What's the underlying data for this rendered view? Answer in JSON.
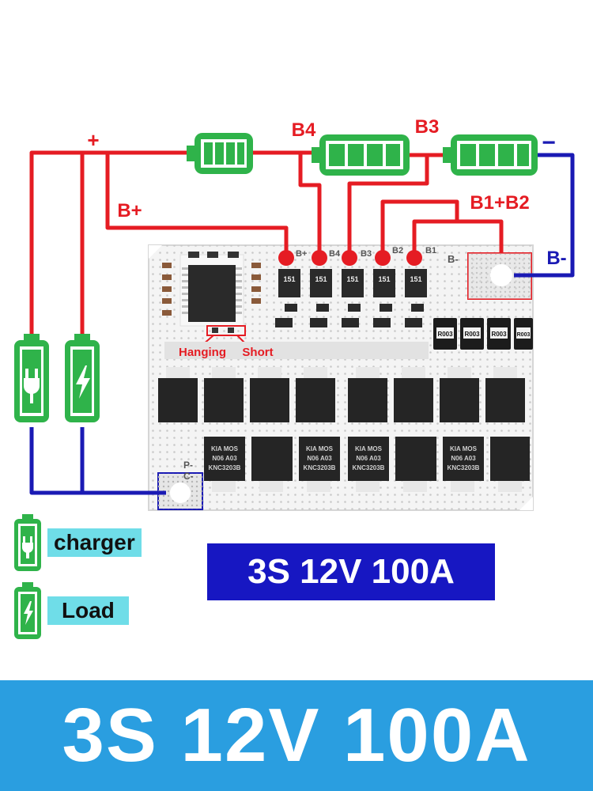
{
  "labels": {
    "plus": "+",
    "minus": "−",
    "b4": "B4",
    "b3": "B3",
    "b1b2": "B1+B2",
    "bplus": "B+",
    "bminus": "B-",
    "hanging": "Hanging",
    "short": "Short",
    "pcb_bplus": "B+",
    "pcb_b4": "B4",
    "pcb_b3": "B3",
    "pcb_b2": "B2",
    "pcb_b1": "B1",
    "pcb_bminus": "B-",
    "pcb_pminus": "P-",
    "pcb_cminus": "C-"
  },
  "components": {
    "chip": "151",
    "resistor": "R003",
    "mosfet_line1": "KIA   MOS",
    "mosfet_line2": "N06   A03",
    "mosfet_line3": "KNC3203B"
  },
  "spec": "3S 12V 100A",
  "legend": {
    "charger": "charger",
    "load": "Load"
  },
  "banner": "3S 12V 100A",
  "colors": {
    "wire_red": "#e51c23",
    "wire_blue": "#1a1ab4",
    "battery_green": "#2fb34a",
    "pcb": "#f4f4f4",
    "banner": "#2a9ee0",
    "spec_box": "#1717c2",
    "legend_tag": "#6fdde8"
  },
  "icons": {
    "batteries": [
      "battery-icon",
      "battery-icon",
      "battery-icon"
    ],
    "charger": "plug-icon",
    "load": "bolt-icon"
  }
}
